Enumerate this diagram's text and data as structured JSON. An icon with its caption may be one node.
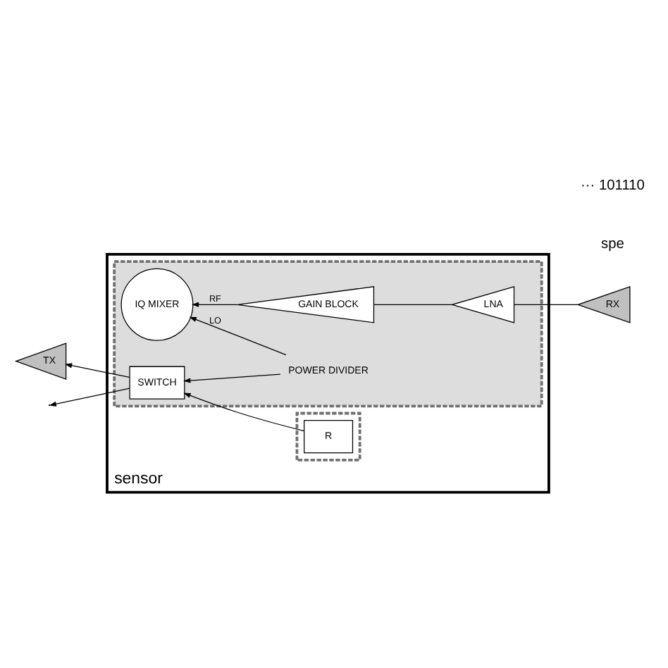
{
  "diagram": {
    "nodes": [
      {
        "text": [
          "sensor"
        ]
      },
      {
        "text": [],
        "shape": "box",
        "in": 0
      },
      {
        "text": [],
        "shape": "box",
        "in": 0
      },
      {
        "text": [
          "GAIN BLOCK"
        ],
        "in": 1
      },
      {
        "text": [
          "LNA"
        ],
        "in": 1
      },
      {
        "text": [
          "IQ MIXER"
        ],
        "in": 1
      },
      {
        "text": [
          "POWER DIVIDER"
        ],
        "in": 1
      },
      {
        "text": [
          "R"
        ],
        "in": 2
      },
      {
        "text": [
          "SWITCH"
        ],
        "in": 1
      },
      {
        "text": [
          "RX"
        ]
      },
      {
        "text": [
          "TX"
        ]
      }
    ],
    "edges": [
      {
        "from": 9,
        "to": 4,
        "arrow": "none"
      },
      {
        "from": 4,
        "to": 3,
        "arrow": "none"
      },
      {
        "from": 3,
        "to": 5,
        "arrow": "to",
        "label": "RF"
      },
      {
        "from": 6,
        "to": 5,
        "arrow": "to",
        "label": "LO"
      },
      {
        "from": 6,
        "to": 8,
        "arrow": "to"
      },
      {
        "from": 7,
        "to": 8,
        "arrow": "to"
      },
      {
        "from": 8,
        "to": 10,
        "arrow": "to"
      },
      {
        "from": 8,
        "to": null,
        "arrow": "to"
      }
    ],
    "labels": [
      "spe",
      "··· 101110"
    ]
  }
}
